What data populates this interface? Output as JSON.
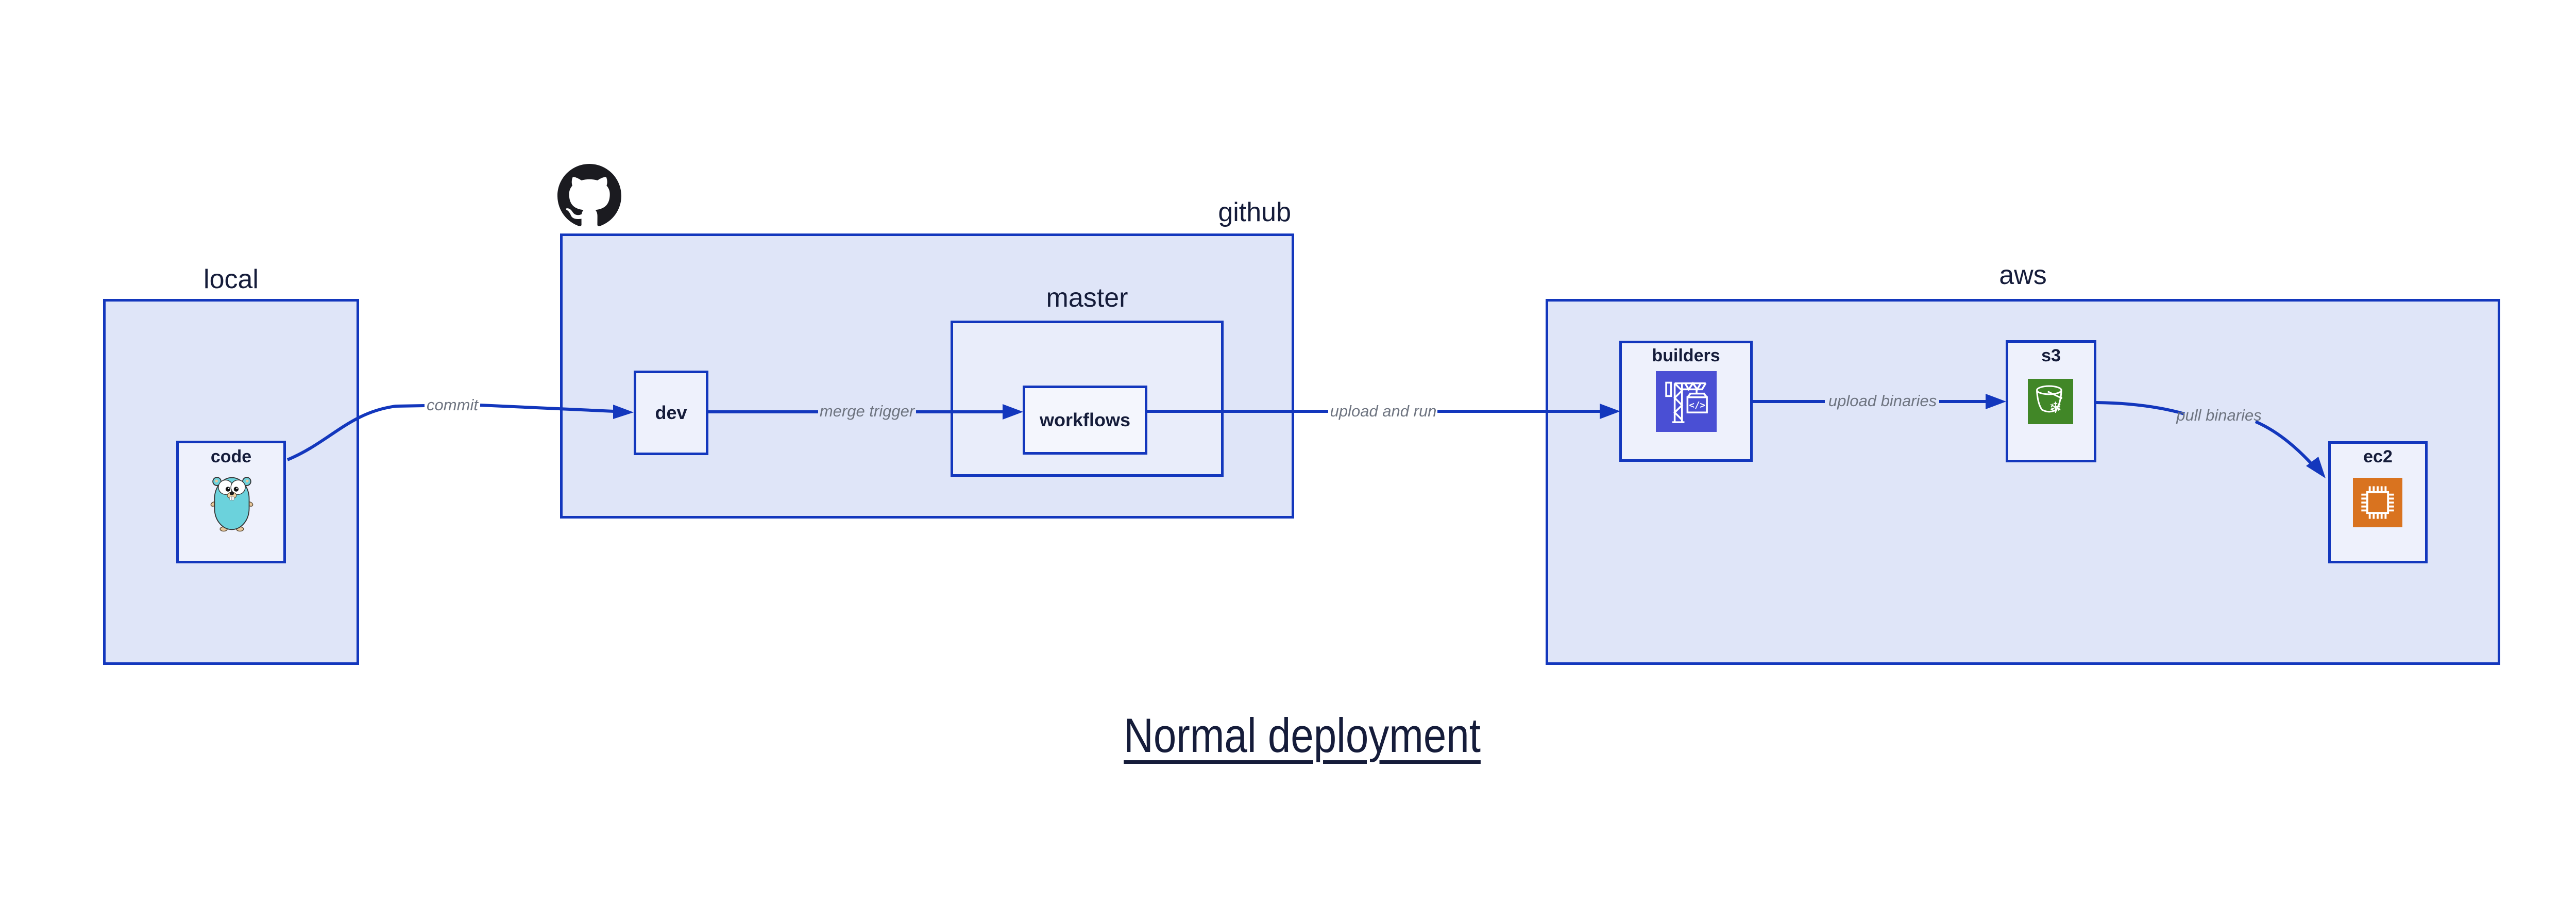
{
  "title": {
    "text": "Normal deployment"
  },
  "containers": {
    "local": {
      "label": "local"
    },
    "github": {
      "label": "github"
    },
    "master": {
      "label": "master"
    },
    "aws": {
      "label": "aws"
    }
  },
  "nodes": {
    "code": {
      "label": "code",
      "icon": "go-gopher-icon"
    },
    "dev": {
      "label": "dev"
    },
    "workflows": {
      "label": "workflows"
    },
    "builders": {
      "label": "builders",
      "icon": "codebuild-crane-icon"
    },
    "s3": {
      "label": "s3",
      "icon": "s3-glacier-bucket-icon"
    },
    "ec2": {
      "label": "ec2",
      "icon": "ec2-chip-icon"
    }
  },
  "edges": {
    "commit": {
      "label": "commit"
    },
    "merge_trigger": {
      "label": "merge trigger"
    },
    "upload_and_run": {
      "label": "upload and run"
    },
    "upload_binaries": {
      "label": "upload binaries"
    },
    "pull_binaries": {
      "label": "pull binaries"
    }
  },
  "colors": {
    "border_blue": "#1337bd",
    "container_fill": "#dfe5f8",
    "master_fill": "#e9edfa",
    "node_fill": "#eef1fc",
    "workflows_fill": "#f4f6fd",
    "text_navy": "#151c3a",
    "edge_label_gray": "#6e7480",
    "github_black": "#1b1b20",
    "codebuild_indigo": "#4a4fd4",
    "s3_glacier_green": "#418727",
    "ec2_orange": "#d9731f",
    "gopher_teal": "#6bd2dc"
  }
}
